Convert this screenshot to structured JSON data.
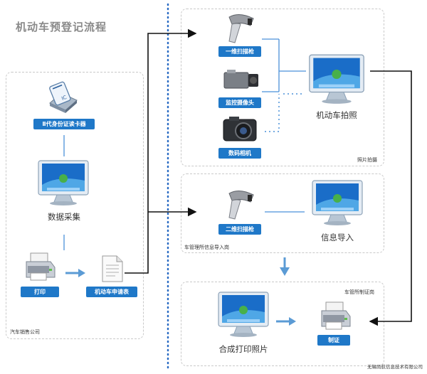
{
  "title": "机动车预登记流程",
  "panels": {
    "dealer": "汽车销售公司",
    "photo": "照片拍摄",
    "vehicle_office": "车管理所信息导入岗",
    "certificate": "车管所制证岗"
  },
  "devices": {
    "id_reader": "Ⅱ代身份证读卡器",
    "id_reader_card_text": "IC",
    "data_collect": "数据采集",
    "print": "打印",
    "application_form": "机动车申请表",
    "scanner_top": "一维扫描枪",
    "surveillance_camera": "监控摄像头",
    "digital_camera": "数码相机",
    "vehicle_photo": "机动车拍照",
    "scanner_mid": "二维扫描枪",
    "info_import": "信息导入",
    "composite_print": "合成打印照片",
    "make_certificate": "制证"
  },
  "footer": "无锡尚航信息技术有限公司",
  "colors": {
    "accent": "#1f78c8",
    "arrow_blue": "#5b9bd5",
    "line_blue": "#4a90d9",
    "divider_dots": "#2a6cc4",
    "dashed_border": "#c9c9c9"
  }
}
